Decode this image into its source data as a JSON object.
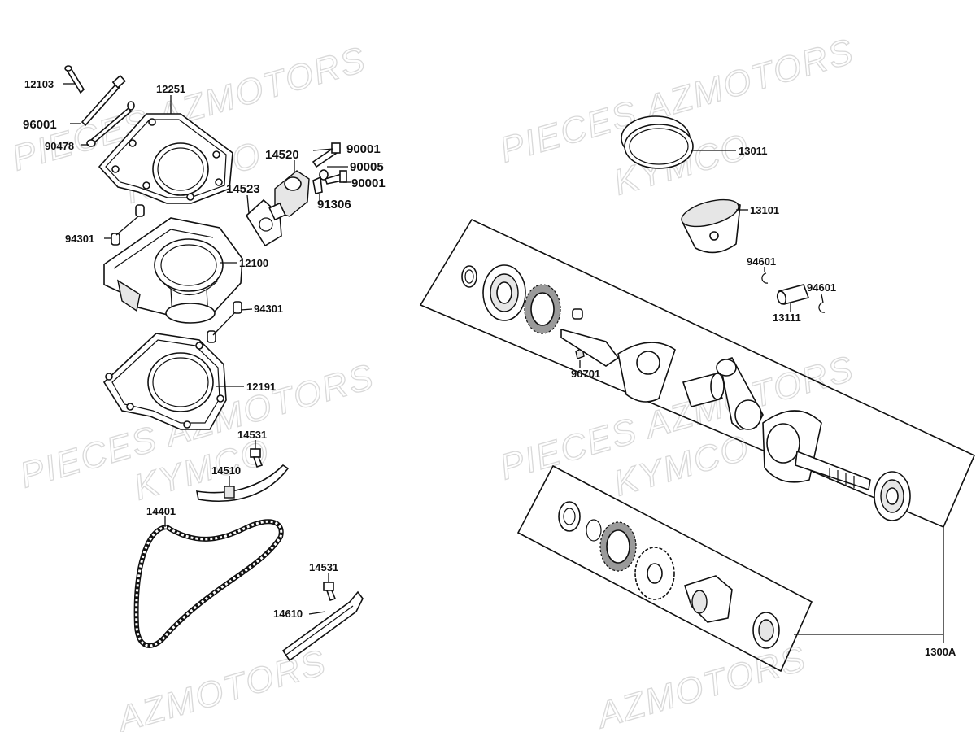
{
  "watermarks": [
    {
      "text": "PIECES AZMOTORS"
    },
    {
      "text": "KYMCO"
    },
    {
      "text": "PIECES AZMOTORS"
    },
    {
      "text": "KYMCO"
    },
    {
      "text": "PIECES AZMOTORS"
    },
    {
      "text": "KYMCO"
    },
    {
      "text": "PIECES AZMOTORS"
    },
    {
      "text": "KYMCO"
    },
    {
      "text": "AZMOTORS"
    },
    {
      "text": "AZMOTORS"
    }
  ],
  "labels": {
    "p12103": "12103",
    "p96001": "96001",
    "p90478": "90478",
    "p12251": "12251",
    "p14520": "14520",
    "p90001a": "90001",
    "p90005": "90005",
    "p90001b": "90001",
    "p14523": "14523",
    "p91306": "91306",
    "p94301a": "94301",
    "p12100": "12100",
    "p94301b": "94301",
    "p12191": "12191",
    "p14531a": "14531",
    "p14510": "14510",
    "p14401": "14401",
    "p14531b": "14531",
    "p14610": "14610",
    "p13011": "13011",
    "p13101": "13101",
    "p94601a": "94601",
    "p94601b": "94601",
    "p13111": "13111",
    "p90701": "90701",
    "p1300A": "1300A"
  },
  "icons": [
    "cylinder-head-gasket",
    "cylinder-block",
    "base-gasket",
    "cam-chain",
    "chain-tensioner",
    "piston",
    "piston-rings",
    "crankshaft",
    "balancer-shaft"
  ]
}
